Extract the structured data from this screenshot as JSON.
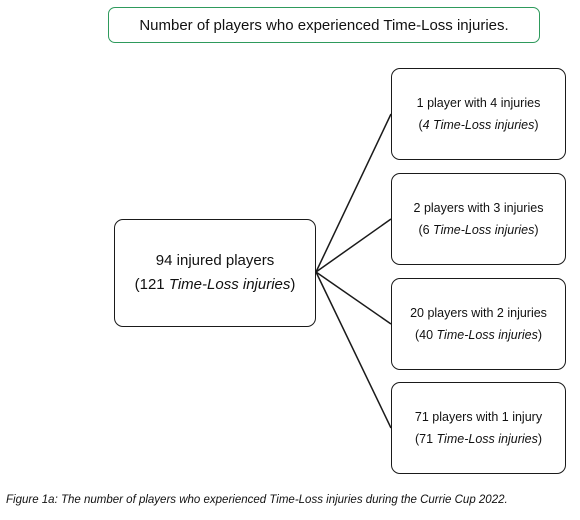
{
  "title": "Number of players who experienced Time-Loss injuries.",
  "root": {
    "main": "94 injured players",
    "sub_prefix": "(121 ",
    "sub_italic": "Time-Loss injuries",
    "sub_suffix": ")"
  },
  "leaves": [
    {
      "main": "1 player with 4 injuries",
      "sub_prefix": "(",
      "sub_italic": "4 Time-Loss injuries",
      "sub_suffix": ")"
    },
    {
      "main": "2 players with 3 injuries",
      "sub_prefix": "(6 ",
      "sub_italic": "Time-Loss injuries",
      "sub_suffix": ")"
    },
    {
      "main": "20 players with 2 injuries",
      "sub_prefix": "(40 ",
      "sub_italic": "Time-Loss injuries",
      "sub_suffix": ")"
    },
    {
      "main": "71 players with 1 injury",
      "sub_prefix": "(71 ",
      "sub_italic": "Time-Loss injuries",
      "sub_suffix": ")"
    }
  ],
  "caption": "Figure 1a: The number of players who experienced Time-Loss injuries during the Currie Cup 2022.",
  "colors": {
    "title_border": "#2e9a5c",
    "box_border": "#1a1a1a",
    "text": "#111111"
  }
}
